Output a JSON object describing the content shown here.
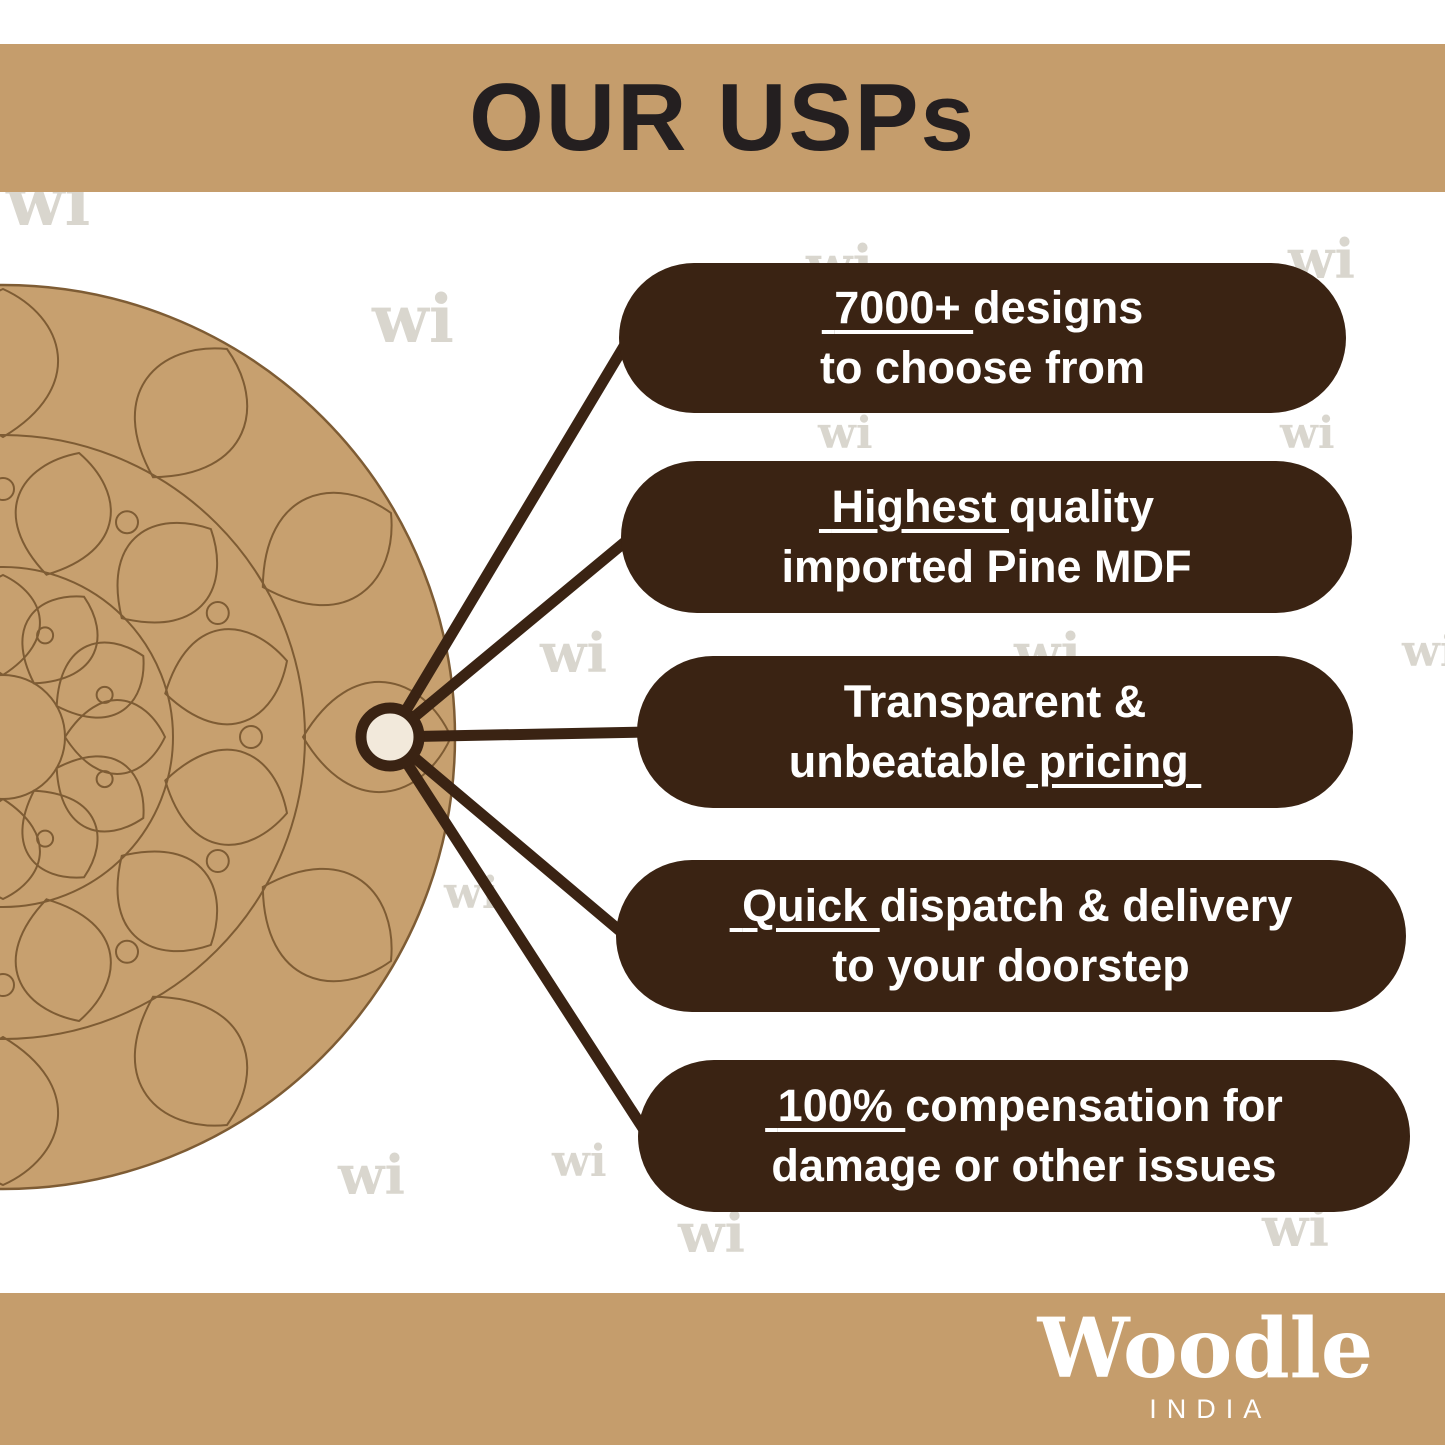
{
  "header": {
    "title": "OUR USPs"
  },
  "watermark": {
    "text": "wi"
  },
  "usps": [
    {
      "lines": [
        [
          {
            "t": " 7000+ ",
            "u": true
          },
          {
            "t": "designs",
            "u": false
          }
        ],
        [
          {
            "t": "to choose from",
            "u": false
          }
        ]
      ]
    },
    {
      "lines": [
        [
          {
            "t": " Highest ",
            "u": true
          },
          {
            "t": "quality",
            "u": false
          }
        ],
        [
          {
            "t": "imported Pine MDF",
            "u": false
          }
        ]
      ]
    },
    {
      "lines": [
        [
          {
            "t": "Transparent &",
            "u": false
          }
        ],
        [
          {
            "t": "unbeatable",
            "u": false
          },
          {
            "t": " pricing ",
            "u": true
          }
        ]
      ]
    },
    {
      "lines": [
        [
          {
            "t": " Quick ",
            "u": true
          },
          {
            "t": "dispatch & delivery",
            "u": false
          }
        ],
        [
          {
            "t": "to your doorstep",
            "u": false
          }
        ]
      ]
    },
    {
      "lines": [
        [
          {
            "t": " 100% ",
            "u": true
          },
          {
            "t": "compensation for",
            "u": false
          }
        ],
        [
          {
            "t": "damage or other issues",
            "u": false
          }
        ]
      ]
    }
  ],
  "footer": {
    "brand": "Woodle",
    "country": "INDIA"
  },
  "colors": {
    "band": "#C59D6C",
    "pill": "#3A2313",
    "pill_text": "#FFFFFF",
    "board": "#C7A06F",
    "board_line": "#7E5C34",
    "hub_fill": "#F2E9DB",
    "title_text": "#241F20",
    "watermark": "#D9D6CE",
    "background": "#FFFFFF"
  }
}
